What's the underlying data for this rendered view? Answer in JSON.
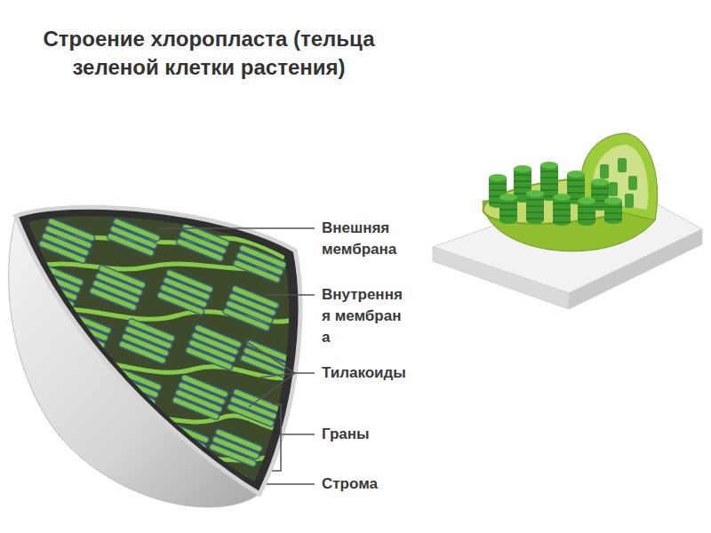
{
  "diagram": {
    "title": "Строение хлоропласта (тельца зеленой клетки растения)",
    "labels": [
      "Внешняя мембрана",
      "Внутренняя мембрана",
      "Тилакоиды",
      "Граны",
      "Строма"
    ]
  }
}
